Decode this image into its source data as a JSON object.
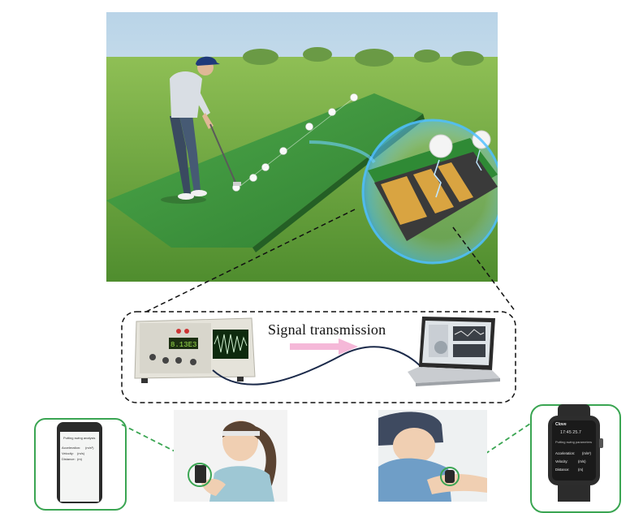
{
  "figure": {
    "signal_label": "Signal transmission"
  },
  "phone_screen": {
    "title": "Putting swing analysis",
    "rows": [
      {
        "label": "Acceleration:",
        "value": "(m/s²)"
      },
      {
        "label": "Velocity:",
        "value": "(m/s)"
      },
      {
        "label": "Distance:",
        "value": "(m)"
      }
    ]
  },
  "watch_screen": {
    "app_name": "Clove",
    "time": "17:45 25.7",
    "subtitle": "Putting swing parameters",
    "rows": [
      {
        "label": "Acceleration:",
        "value": "(m/s²)"
      },
      {
        "label": "Velocity:",
        "value": "(m/s)"
      },
      {
        "label": "Distance:",
        "value": "(m)"
      }
    ]
  },
  "colors": {
    "green_accent": "#3aa552",
    "glow_blue": "#3fb0ff",
    "sensor_gold": "#d9a441",
    "turf_green": "#3f9a3a",
    "arrow_pink": "#f5b8d8",
    "dashed_line": "#111111"
  }
}
